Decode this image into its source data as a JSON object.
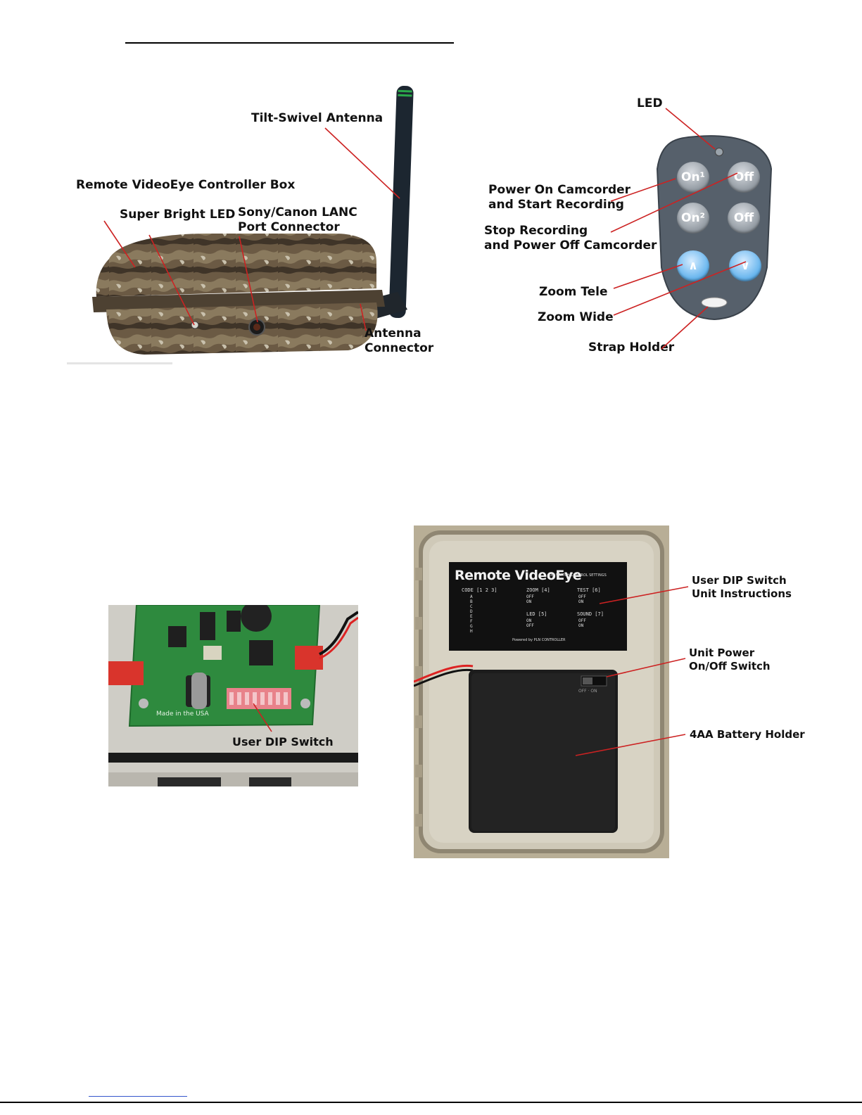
{
  "page": {
    "heading_text": ""
  },
  "controller_box_photo": {
    "labels": {
      "antenna": "Tilt-Swivel Antenna",
      "controller_box": "Remote VideoEye Controller Box",
      "led": "Super Bright LED",
      "lanc": "Sony/Canon LANC\nPort Connector",
      "antenna_connector": "Antenna\nConnector"
    }
  },
  "remote_fob_photo": {
    "buttons": {
      "on1": "On¹",
      "off1": "Off",
      "on2": "On²",
      "off2": "Off",
      "zoom_tele": "∧",
      "zoom_wide": "∨"
    },
    "labels": {
      "led": "LED",
      "power_on": "Power On Camcorder\nand Start Recording",
      "stop": "Stop Recording\nand Power Off Camcorder",
      "zoom_tele": "Zoom Tele",
      "zoom_wide": "Zoom Wide",
      "strap": "Strap Holder"
    }
  },
  "circuit_board_photo": {
    "labels": {
      "dip_switch": "User DIP Switch"
    },
    "printed_text": "Made in the USA"
  },
  "battery_compartment_photo": {
    "sticker": {
      "title": "Remote VideoEye",
      "subtitle": "DIP SWITCH CONTROL SETTINGS",
      "code_header": "CODE  [1 2 3]",
      "code_letters": "A\nB\nC\nD\nE\nF\nG\nH",
      "zoom_header": "ZOOM  [4]",
      "test_header": "TEST  [6]",
      "led_header": "LED  [5]",
      "sound_header": "SOUND  [7]",
      "off_on": "OFF\nON",
      "on_off": "ON\nOFF",
      "footer": "Powered by PLN CONTROLLER"
    },
    "switch_caption": "OFF · ON",
    "labels": {
      "dip_instructions": "User DIP Switch\nUnit Instructions",
      "power_switch": "Unit Power\nOn/Off Switch",
      "battery_holder": "4AA Battery Holder"
    }
  },
  "colors": {
    "leader_line": "#cc2222",
    "camo_base": "#6b5a44",
    "fob_body": "#56606b",
    "pcb_green": "#2e8a3e"
  }
}
